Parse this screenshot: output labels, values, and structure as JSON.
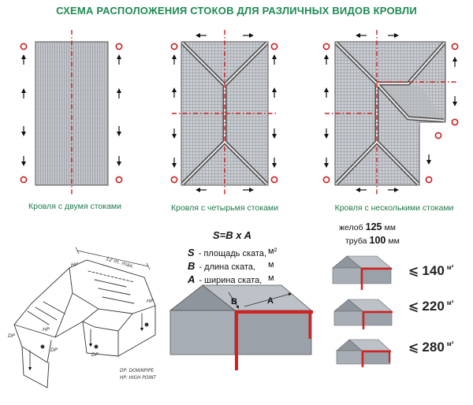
{
  "title": "СХЕМА РАСПОЛОЖЕНИЯ СТОКОВ ДЛЯ РАЗЛИЧНЫХ ВИДОВ КРОВЛИ",
  "captions": [
    "Кровля с двумя стоками",
    "Кровля с четырьмя стоками",
    "Кровля с несколькими стоками"
  ],
  "formula": {
    "main": "S=B x A",
    "rows": [
      {
        "symbol": "S",
        "text": "- площадь ската,",
        "unit": "м²"
      },
      {
        "symbol": "B",
        "text": "- длина ската,",
        "unit": "м"
      },
      {
        "symbol": "A",
        "text": "- ширина ската,",
        "unit": "м"
      }
    ],
    "diagram_labels": {
      "b": "B",
      "a": "A"
    }
  },
  "specs": {
    "gutter": {
      "label": "желоб",
      "value": "125",
      "unit": "мм"
    },
    "pipe": {
      "label": "труба",
      "value": "100",
      "unit": "мм"
    }
  },
  "areas": [
    {
      "sign": "⩽",
      "value": "140",
      "unit": "м²"
    },
    {
      "sign": "⩽",
      "value": "220",
      "unit": "м²"
    },
    {
      "sign": "⩽",
      "value": "280",
      "unit": "м²"
    }
  ],
  "sketch_labels": {
    "dimension": "12 m. max.",
    "hp": "HP",
    "dp": "DP",
    "legend_1": "DP: DOWNPIPE",
    "legend_2": "HP: HIGH POINT"
  },
  "colors": {
    "title": "#1e8a52",
    "caption": "#1e7a4a",
    "accent_red": "#d42020",
    "roof_gray": "#9aa0a6"
  }
}
